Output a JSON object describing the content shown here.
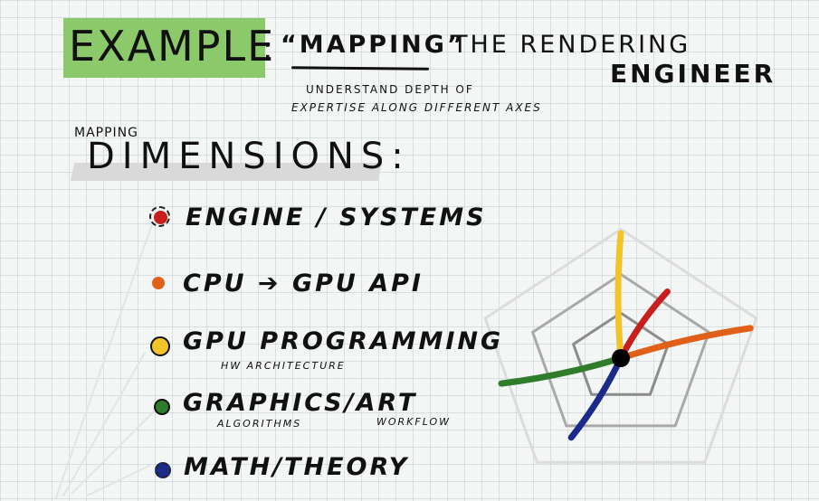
{
  "title": {
    "main": "EXAMPLE",
    "colon": ":",
    "mapping": "“MAPPING”",
    "rest": "THE RENDERING",
    "engineer": "ENGINEER",
    "subtitle_line1": "UNDERSTAND DEPTH OF",
    "subtitle_line2": "EXPERTISE ALONG DIFFERENT AXES"
  },
  "dimensions_heading": {
    "small": "MAPPING",
    "big": "DIMENSIONS:"
  },
  "dimensions": [
    {
      "label": "ENGINE / SYSTEMS",
      "sub": [],
      "color": "#c81e1e"
    },
    {
      "label": "CPU ➔ GPU API",
      "sub": [],
      "color": "#e0601a"
    },
    {
      "label": "GPU PROGRAMMING",
      "sub": [
        "HW ARCHITECTURE"
      ],
      "color": "#f2c42a"
    },
    {
      "label": "GRAPHICS/ART",
      "sub": [
        "ALGORITHMS",
        "WORKFLOW"
      ],
      "color": "#2f7d2a"
    },
    {
      "label": "MATH/THEORY",
      "sub": [],
      "color": "#1c2a8a"
    }
  ],
  "radar": {
    "levels": [
      0.35,
      0.65,
      1.0
    ],
    "axes": [
      {
        "name": "ENGINE / SYSTEMS",
        "value": 0.65,
        "color": "#c81e1e"
      },
      {
        "name": "CPU ➔ GPU API",
        "value": 1.0,
        "color": "#e0601a"
      },
      {
        "name": "GPU PROGRAMMING",
        "value": 1.0,
        "color": "#f2c42a"
      },
      {
        "name": "GRAPHICS/ART",
        "value": 1.0,
        "color": "#2f7d2a"
      },
      {
        "name": "MATH/THEORY",
        "value": 0.75,
        "color": "#1c2a8a"
      }
    ]
  }
}
